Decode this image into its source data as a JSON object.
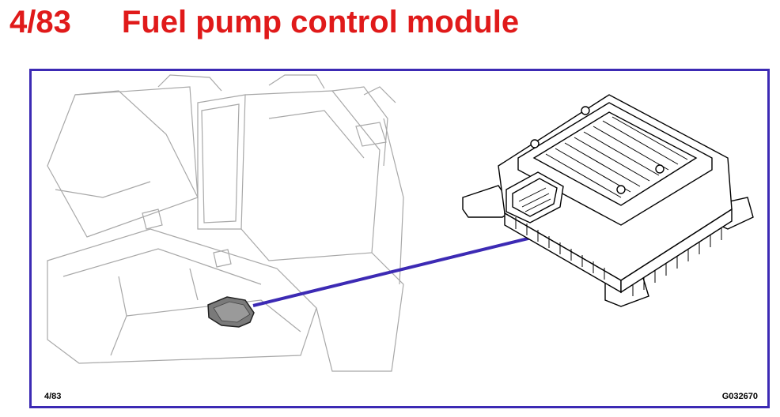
{
  "header": {
    "page_ref": "4/83",
    "title": "Fuel pump control module"
  },
  "figure": {
    "page_ref_small": "4/83",
    "figure_id": "G032670",
    "colors": {
      "title": "#e01a1a",
      "frame": "#3c2ab4",
      "leader_line": "#3c2ab4",
      "line_art": "#9a9a9a",
      "module_fill": "#7a7a7a"
    }
  }
}
